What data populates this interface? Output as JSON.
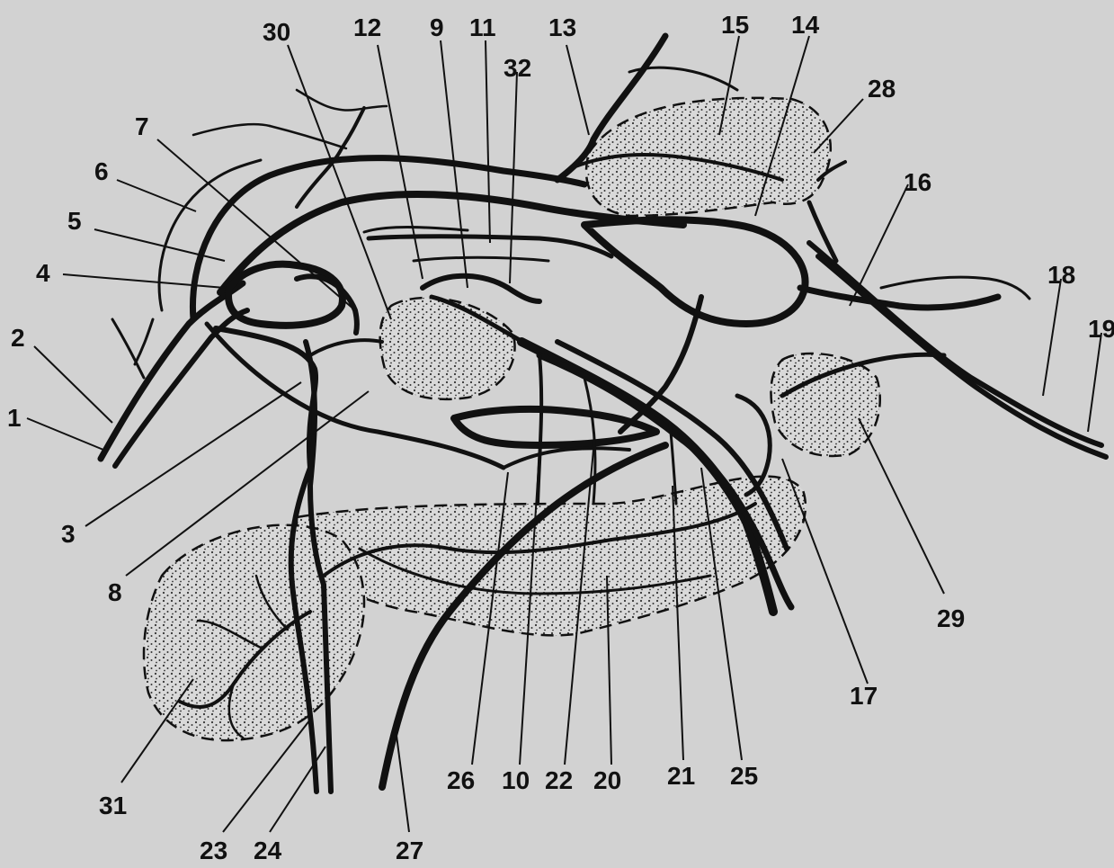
{
  "figure": {
    "labels": [
      {
        "id": "1",
        "text": "1"
      },
      {
        "id": "2",
        "text": "2"
      },
      {
        "id": "3",
        "text": "3"
      },
      {
        "id": "4",
        "text": "4"
      },
      {
        "id": "5",
        "text": "5"
      },
      {
        "id": "6",
        "text": "6"
      },
      {
        "id": "7",
        "text": "7"
      },
      {
        "id": "8",
        "text": "8"
      },
      {
        "id": "9",
        "text": "9"
      },
      {
        "id": "10",
        "text": "10"
      },
      {
        "id": "11",
        "text": "11"
      },
      {
        "id": "12",
        "text": "12"
      },
      {
        "id": "13",
        "text": "13"
      },
      {
        "id": "14",
        "text": "14"
      },
      {
        "id": "15",
        "text": "15"
      },
      {
        "id": "16",
        "text": "16"
      },
      {
        "id": "17",
        "text": "17"
      },
      {
        "id": "18",
        "text": "18"
      },
      {
        "id": "19",
        "text": "19"
      },
      {
        "id": "20",
        "text": "20"
      },
      {
        "id": "21",
        "text": "21"
      },
      {
        "id": "22",
        "text": "22"
      },
      {
        "id": "23",
        "text": "23"
      },
      {
        "id": "24",
        "text": "24"
      },
      {
        "id": "25",
        "text": "25"
      },
      {
        "id": "26",
        "text": "26"
      },
      {
        "id": "27",
        "text": "27"
      },
      {
        "id": "28",
        "text": "28"
      },
      {
        "id": "29",
        "text": "29"
      },
      {
        "id": "30",
        "text": "30"
      },
      {
        "id": "31",
        "text": "31"
      },
      {
        "id": "32",
        "text": "32"
      }
    ]
  }
}
